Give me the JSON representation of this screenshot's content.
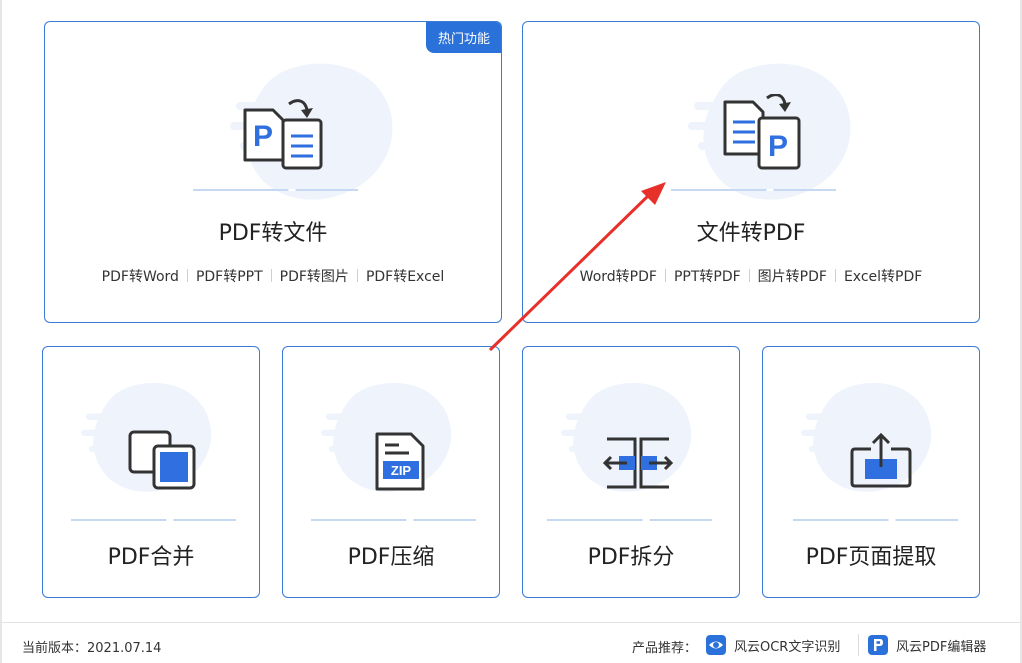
{
  "featured_cards": [
    {
      "id": "pdf-to-file",
      "title": "PDF转文件",
      "badge": "热门功能",
      "links": [
        "PDF转Word",
        "PDF转PPT",
        "PDF转图片",
        "PDF转Excel"
      ]
    },
    {
      "id": "file-to-pdf",
      "title": "文件转PDF",
      "links": [
        "Word转PDF",
        "PPT转PDF",
        "图片转PDF",
        "Excel转PDF"
      ]
    }
  ],
  "tool_cards": [
    {
      "id": "merge",
      "title": "PDF合并",
      "icon": "merge-icon"
    },
    {
      "id": "compress",
      "title": "PDF压缩",
      "icon": "zip-file-icon",
      "icon_text": "ZIP"
    },
    {
      "id": "split",
      "title": "PDF拆分",
      "icon": "split-icon"
    },
    {
      "id": "extract",
      "title": "PDF页面提取",
      "icon": "extract-page-icon"
    }
  ],
  "footer": {
    "version_label": "当前版本：2021.07.14",
    "recommend_label": "产品推荐：",
    "products": [
      {
        "name": "风云OCR文字识别",
        "icon": "ocr-eye-icon"
      },
      {
        "name": "风云PDF编辑器",
        "icon": "pdf-editor-icon"
      }
    ]
  },
  "colors": {
    "accent": "#2a72d9",
    "border": "#3a7bd5",
    "icon_dark": "#333333",
    "icon_blue": "#2f6fdf",
    "annotation_arrow": "#e8302a"
  }
}
